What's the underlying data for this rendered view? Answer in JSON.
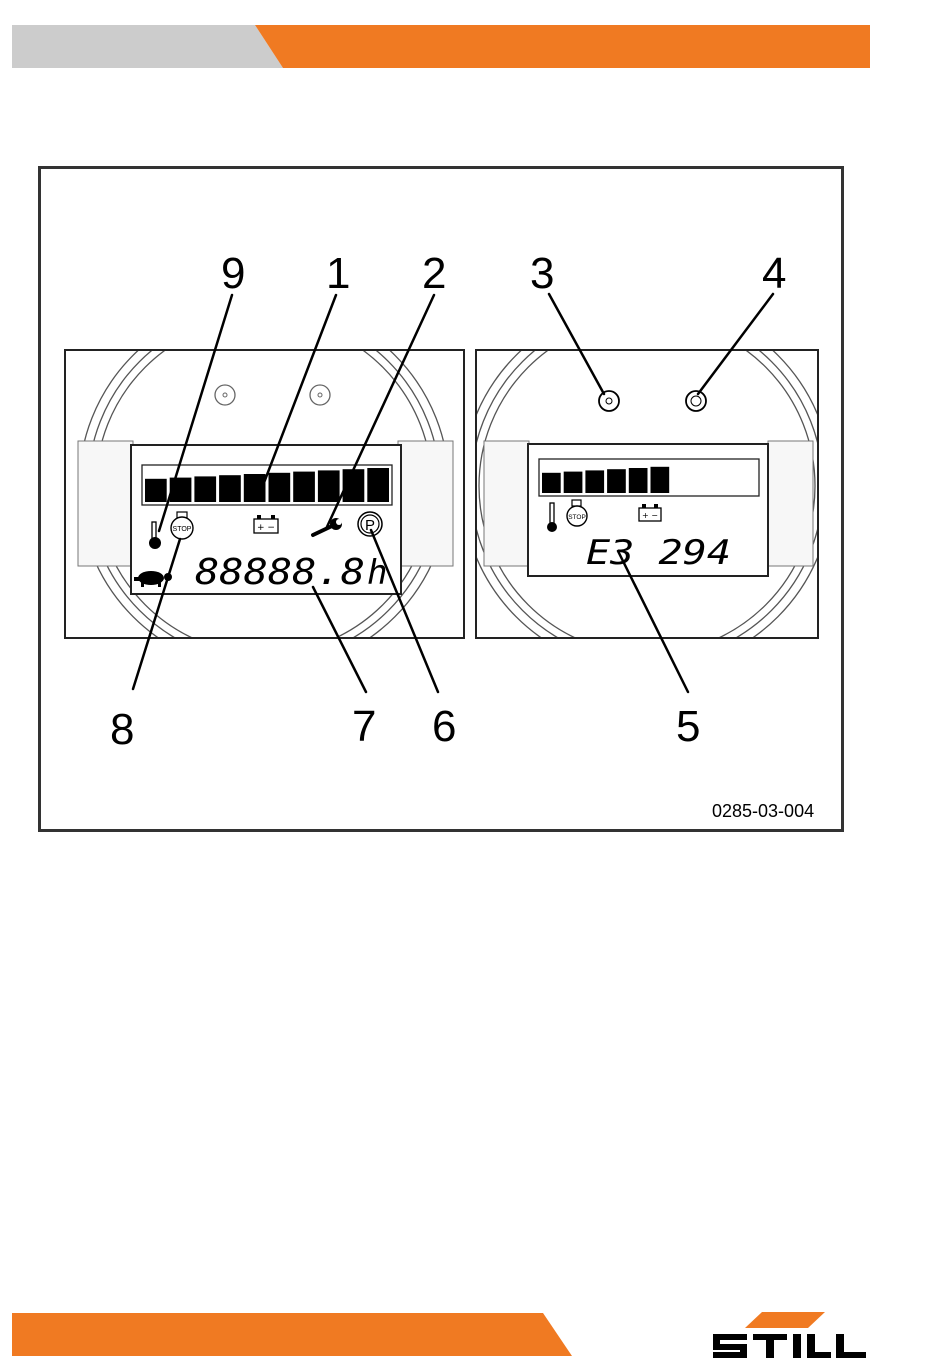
{
  "page": {
    "brand": "STILL",
    "accent_color": "#F07A22",
    "header_gray": "#CCCCCC"
  },
  "figure": {
    "reference": "0285-03-004",
    "callouts": {
      "c1": "1",
      "c2": "2",
      "c3": "3",
      "c4": "4",
      "c5": "5",
      "c6": "6",
      "c7": "7",
      "c8": "8",
      "c9": "9"
    },
    "left_display": {
      "hours_reading": "88888.8",
      "hours_unit": "h",
      "charge_segments_total": 10,
      "charge_segments_filled": 10,
      "stop_label": "STOP",
      "parking_brake_label": "P",
      "battery_symbol": "+ −"
    },
    "right_display": {
      "error_code": "E3 294",
      "charge_segments_total": 10,
      "charge_segments_filled": 6,
      "stop_label": "STOP",
      "battery_symbol": "+ −"
    }
  }
}
